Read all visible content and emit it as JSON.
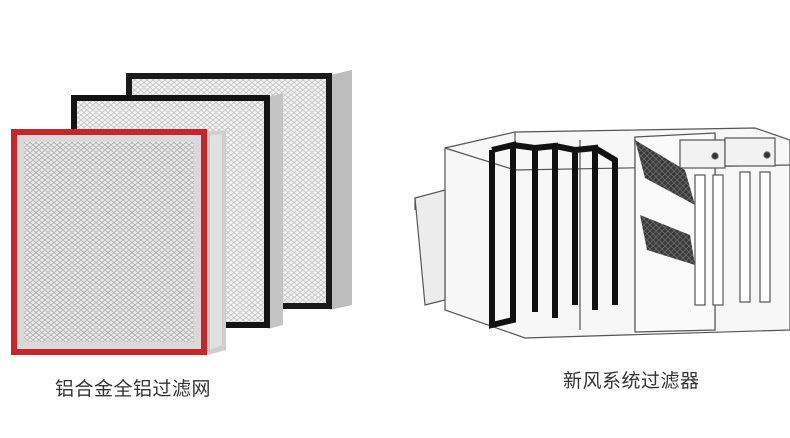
{
  "left_panel": {
    "caption": "铝合金全铝过滤网",
    "subject": "aluminum-frame-hepa-filters",
    "frame_colors": [
      "#c8242b",
      "#111111",
      "#111111"
    ]
  },
  "right_panel": {
    "caption": "新风系统过滤器",
    "subject": "fresh-air-system-filter-cutaway"
  }
}
